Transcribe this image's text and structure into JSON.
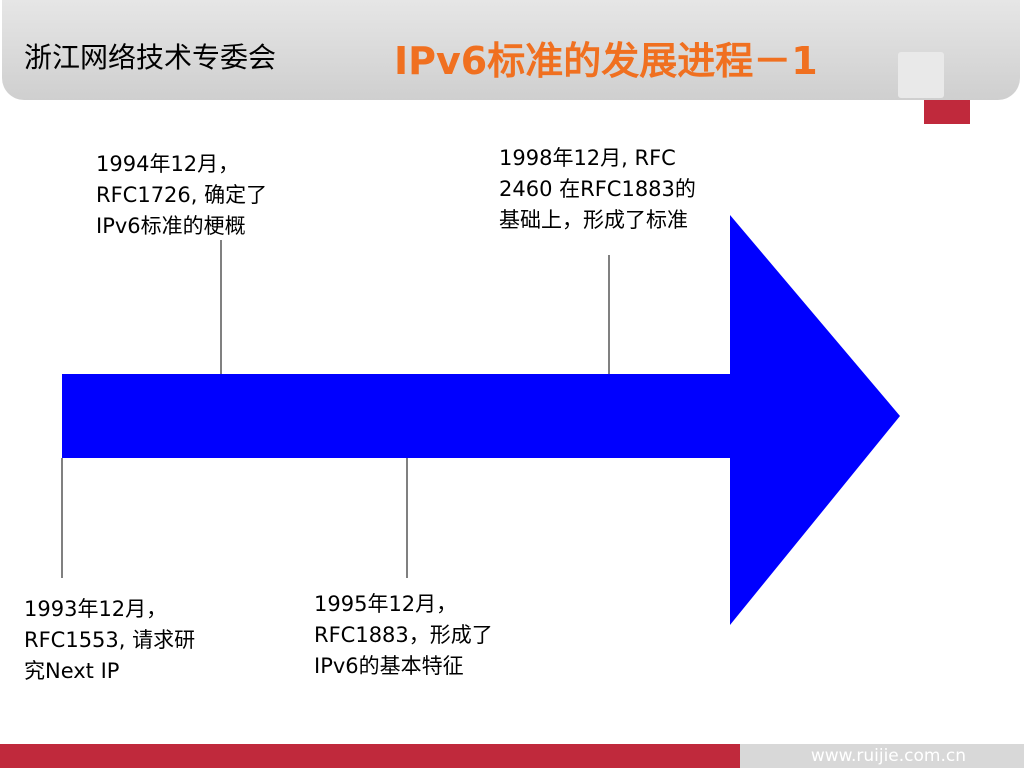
{
  "header": {
    "org": "浙江网络技术专委会",
    "title": "IPv6标准的发展进程－1"
  },
  "events": {
    "e1994": {
      "line1": "1994年12月，",
      "line2": "RFC1726, 确定了",
      "line3": "IPv6标准的梗概"
    },
    "e1998": {
      "line1": "1998年12月, RFC",
      "line2": "2460 在RFC1883的",
      "line3": "基础上，形成了标准"
    },
    "e1993": {
      "line1": "1993年12月，",
      "line2": "RFC1553, 请求研",
      "line3": "究Next IP"
    },
    "e1995": {
      "line1": "1995年12月，",
      "line2": "RFC1883，形成了",
      "line3": "IPv6的基本特征"
    }
  },
  "footer": {
    "url": "www.ruijie.com.cn"
  },
  "colors": {
    "arrow": "#0000ff",
    "title": "#f07020",
    "accent_red": "#c0293c"
  }
}
